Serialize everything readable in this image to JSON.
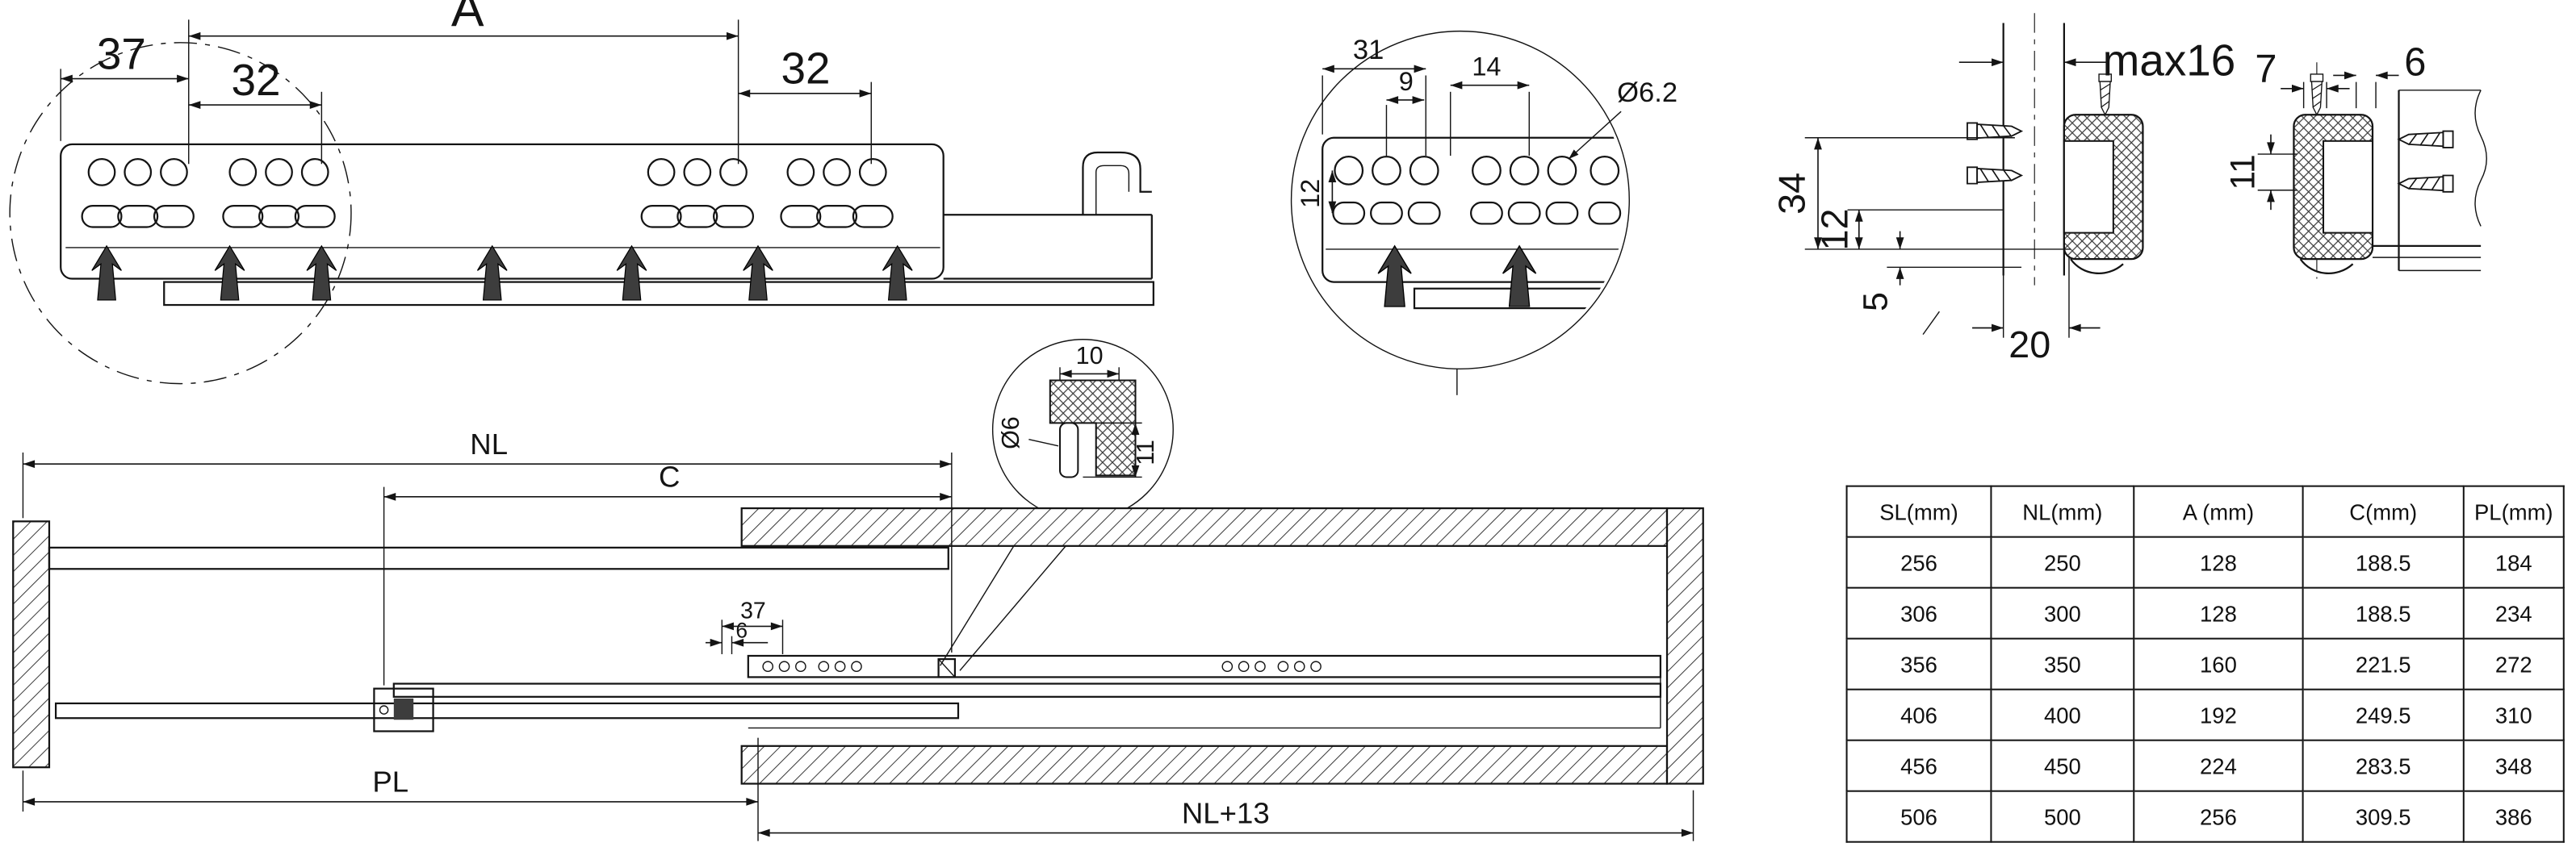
{
  "drawing": {
    "topRail": {
      "A": "A",
      "d37": "37",
      "d32a": "32",
      "d32b": "32"
    },
    "holeDetail": {
      "d31": "31",
      "d9": "9",
      "d14": "14",
      "d12": "12",
      "dia62": "Ø6.2"
    },
    "mount": {
      "max16": "max16",
      "d7": "7",
      "d6": "6",
      "d34": "34",
      "d12": "12",
      "d5": "5",
      "d20": "20",
      "d11": "11"
    },
    "pinDetail": {
      "d10": "10",
      "dia6": "Ø6",
      "d11": "11"
    },
    "sideView": {
      "nl": "NL",
      "c": "C",
      "d37": "37",
      "d6": "6",
      "pl": "PL",
      "nl13": "NL+13"
    }
  },
  "table": {
    "headers": [
      "SL(mm)",
      "NL(mm)",
      "A (mm)",
      "C(mm)",
      "PL(mm)"
    ],
    "rows": [
      [
        "256",
        "250",
        "128",
        "188.5",
        "184"
      ],
      [
        "306",
        "300",
        "128",
        "188.5",
        "234"
      ],
      [
        "356",
        "350",
        "160",
        "221.5",
        "272"
      ],
      [
        "406",
        "400",
        "192",
        "249.5",
        "310"
      ],
      [
        "456",
        "450",
        "224",
        "283.5",
        "348"
      ],
      [
        "506",
        "500",
        "256",
        "309.5",
        "386"
      ]
    ]
  }
}
